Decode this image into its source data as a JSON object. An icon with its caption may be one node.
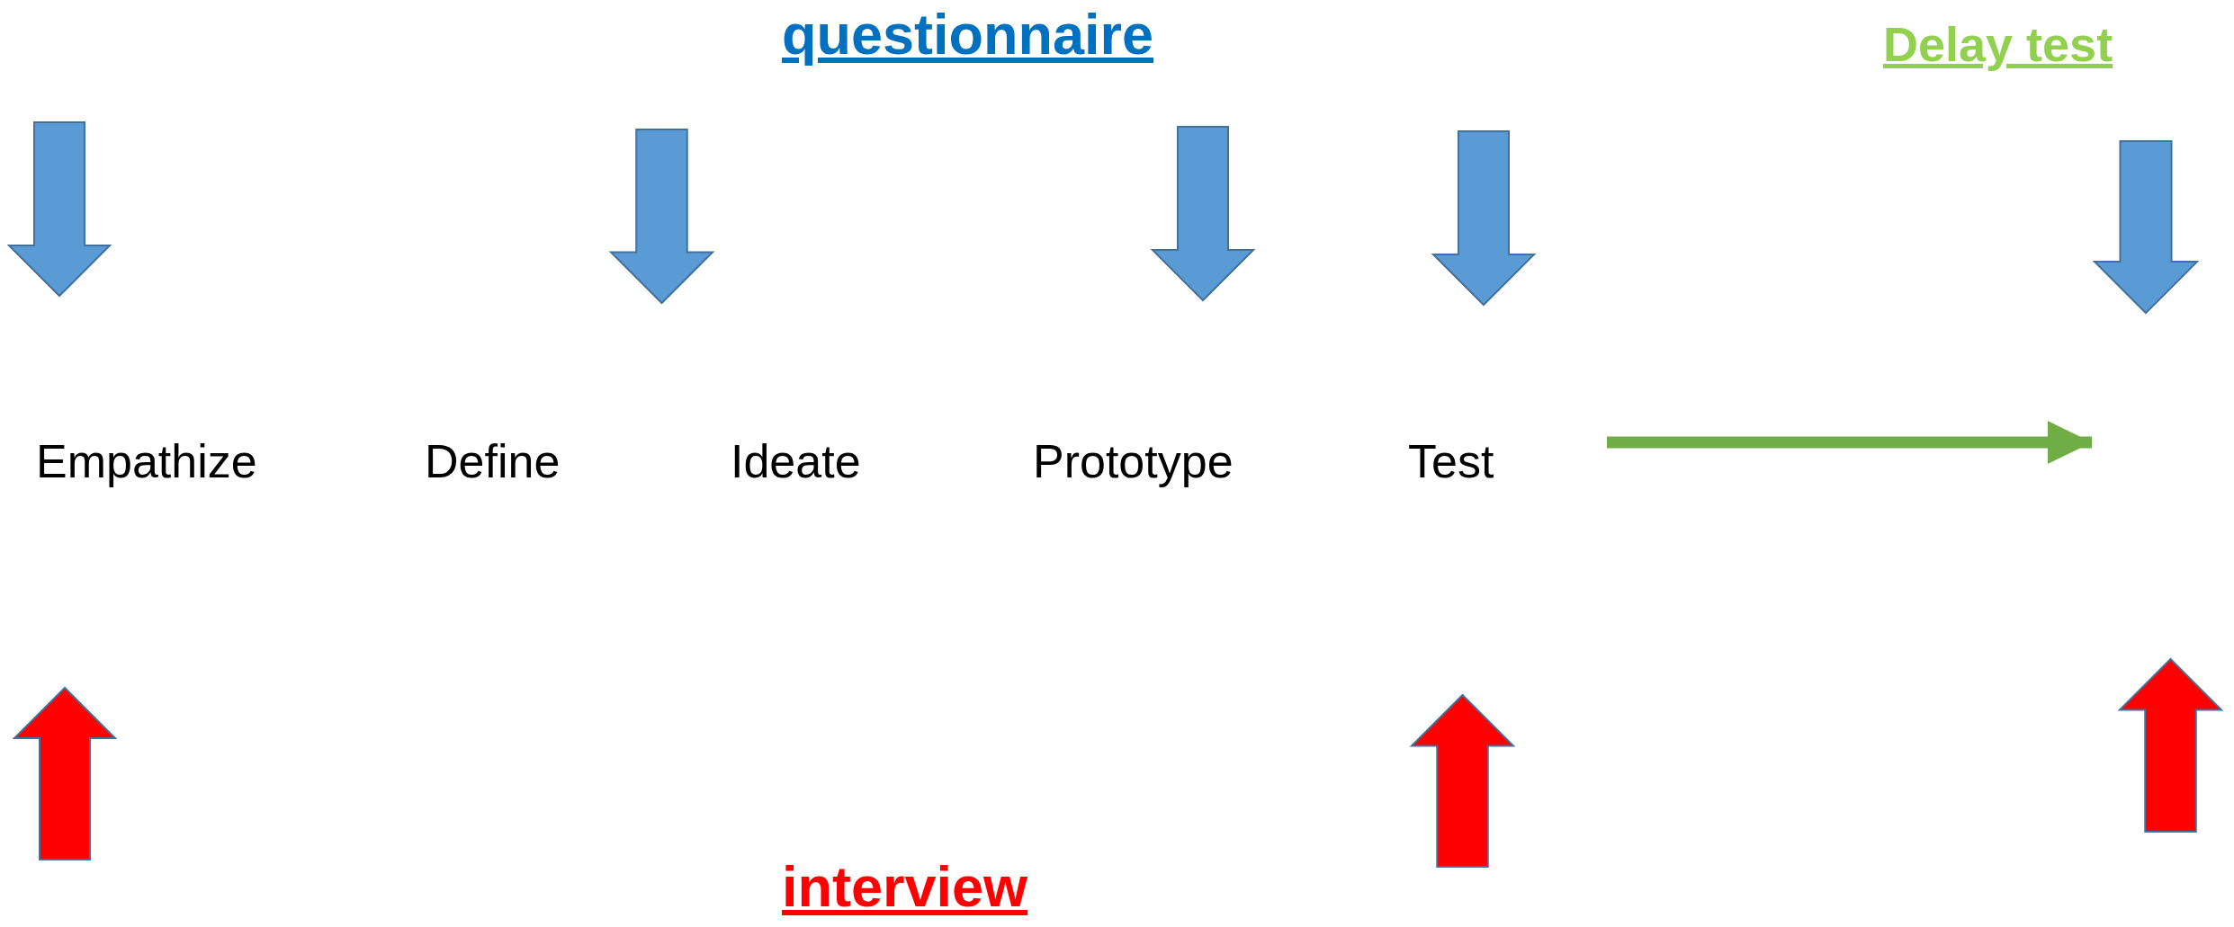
{
  "diagram": {
    "nodes": [
      {
        "text": [
          "Empathize"
        ]
      },
      {
        "text": [
          "Define"
        ]
      },
      {
        "text": [
          "Ideate"
        ]
      },
      {
        "text": [
          "Prototype"
        ]
      },
      {
        "text": [
          "Test"
        ]
      }
    ],
    "labels": [
      "questionnaire",
      "Delay test",
      "interview"
    ]
  }
}
